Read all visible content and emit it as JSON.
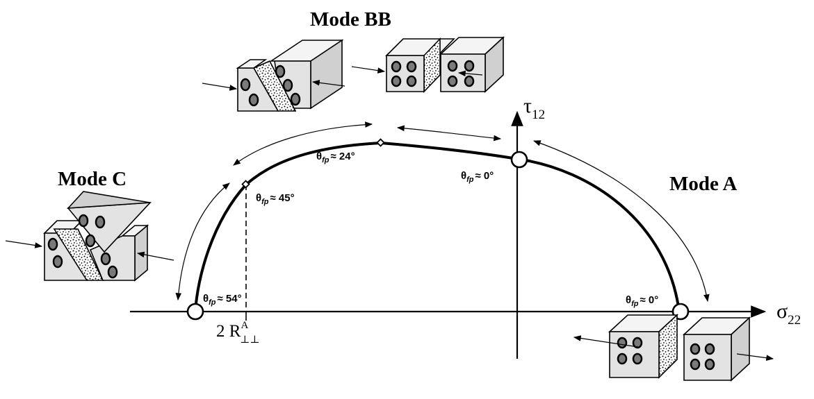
{
  "modes": {
    "mode_a": "Mode A",
    "mode_b": "Mode BB",
    "mode_c": "Mode C"
  },
  "axes": {
    "x_symbol": "σ",
    "x_sub": "22",
    "y_symbol": "τ",
    "y_sub": "12"
  },
  "fracture_angles": {
    "symbol": "θ",
    "sub": "fp",
    "a_tension": "≈ 0°",
    "a_shear": "≈ 0°",
    "b_mid": "≈ 24°",
    "c_transition": "≈ 45°",
    "c_compression": "≈ 54°"
  },
  "strength_marker": {
    "prefix": "2 R",
    "superscript": "A",
    "subscript": "⊥⊥"
  },
  "colors": {
    "line": "#000000",
    "face_front": "#e3e3e3",
    "face_side": "#d0d0d0",
    "fiber": "#7a7a7a",
    "background": "#ffffff"
  }
}
